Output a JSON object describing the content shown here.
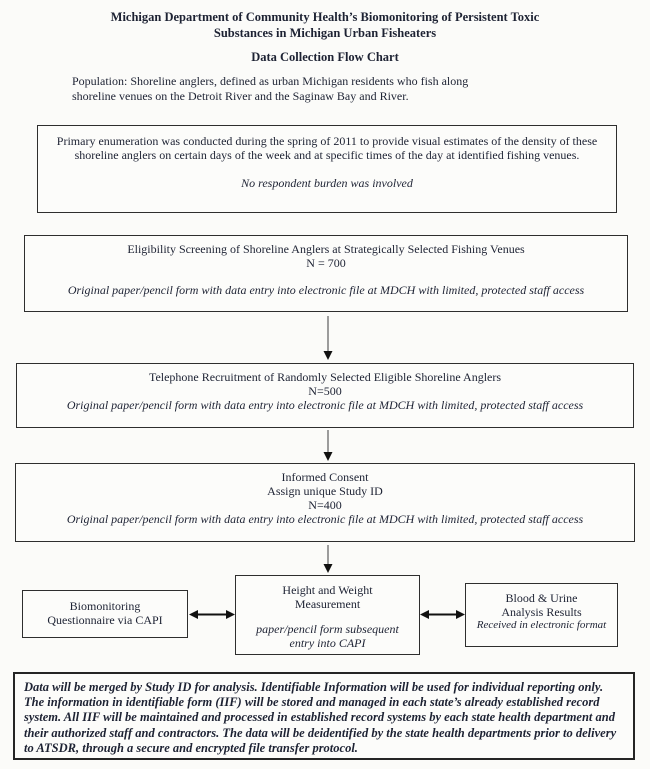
{
  "document": {
    "title_lines": [
      "Michigan Department of Community Health’s Biomonitoring of Persistent Toxic",
      "Substances in Michigan Urban Fisheaters"
    ],
    "subtitle": "Data Collection Flow Chart",
    "population_lines": [
      "Population:  Shoreline anglers, defined as urban Michigan residents who fish along",
      "shoreline venues on the Detroit River and the Saginaw Bay and River."
    ]
  },
  "flow": {
    "enumeration": {
      "body": "Primary enumeration was conducted during the spring of 2011 to provide visual estimates of the density of these shoreline anglers on certain days of the week and at specific times of the day at identified fishing venues.",
      "note": "No respondent burden was involved"
    },
    "eligibility": {
      "title": "Eligibility Screening of Shoreline Anglers at Strategically Selected Fishing Venues",
      "n": "N = 700",
      "note": "Original paper/pencil form with data entry into electronic file at MDCH with limited, protected staff access"
    },
    "telephone": {
      "title": "Telephone Recruitment of Randomly Selected Eligible Shoreline Anglers",
      "n": "N=500",
      "note": "Original paper/pencil form with data entry into electronic file at MDCH with limited, protected staff access"
    },
    "consent": {
      "line1": "Informed Consent",
      "line2": "Assign unique Study ID",
      "n": "N=400",
      "note": "Original paper/pencil form with data entry into electronic file at MDCH with limited, protected staff access"
    },
    "questionnaire": {
      "line1": "Biomonitoring",
      "line2": "Questionnaire via CAPI"
    },
    "measurement": {
      "line1": "Height and Weight",
      "line2": "Measurement",
      "note": "paper/pencil form subsequent entry into CAPI"
    },
    "blood": {
      "line1": "Blood & Urine",
      "line2": "Analysis Results",
      "note": "Received in electronic format"
    },
    "data_policy": "Data will be merged by Study ID for analysis.  Identifiable Information will be used for individual reporting only. The information in identifiable form (IIF) will be stored and managed in each state’s already established record system. All IIF will be maintained and processed in established record systems by each state health department and their authorized staff and contractors. The data will be deidentified by the state health departments prior to delivery to ATSDR, through a secure and encrypted file transfer protocol."
  },
  "icons": {
    "down_arrow": "↓",
    "double_arrow": "↔"
  },
  "colors": {
    "text": "#1d2233",
    "box_border": "#2e2e2e",
    "arrow_line": "#6a6a6a",
    "arrow_head": "#111111",
    "background": "#fbfbf9"
  }
}
